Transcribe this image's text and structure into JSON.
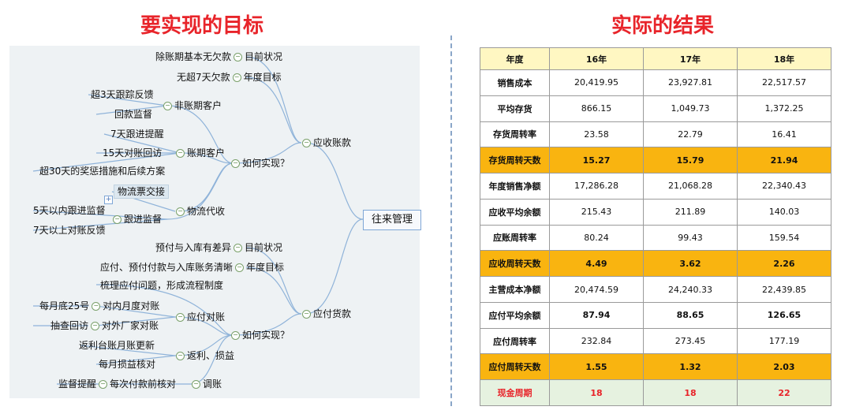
{
  "left_title": "要实现的目标",
  "right_title": "实际的结果",
  "mindmap": {
    "root": "往来管理",
    "receivables": {
      "label": "应收账款",
      "current": "目前状况",
      "current_detail": "除账期基本无欠款",
      "goal": "年度目标",
      "goal_detail": "无超7天欠款",
      "how": "如何实现？",
      "non_term": "非账期客户",
      "non_term_items": [
        "超3天跟踪反馈",
        "回款监督"
      ],
      "term": "账期客户",
      "term_items": [
        "7天跟进提醒",
        "15天对账回访",
        "超30天的奖惩措施和后续方案"
      ],
      "logistics": "物流代收",
      "logistics_items": [
        "物流票交接"
      ],
      "follow": "跟进监督",
      "follow_items": [
        "5天以内跟进监督",
        "7天以上对账反馈"
      ]
    },
    "payables": {
      "label": "应付货款",
      "current": "目前状况",
      "current_detail": "预付与入库有差异",
      "goal": "年度目标",
      "goal_detail": "应付、预付付款与入库账务清晰",
      "how": "如何实现？",
      "process": "梳理应付问题，形成流程制度",
      "recon": "应付对账",
      "recon_items": [
        "对内月度对账",
        "对外厂家对账"
      ],
      "recon_subs": [
        "每月底25号",
        "抽查回访"
      ],
      "rebate": "返利、损益",
      "rebate_items": [
        "返利台账月账更新",
        "每月损益核对"
      ],
      "adjust": "调账",
      "adjust_items": [
        "每次付款前核对"
      ],
      "adjust_sub": "监督提醒"
    }
  },
  "table": {
    "headers": [
      "年度",
      "16年",
      "17年",
      "18年"
    ],
    "rows": [
      {
        "label": "销售成本",
        "values": [
          "20,419.95",
          "23,927.81",
          "22,517.57"
        ]
      },
      {
        "label": "平均存货",
        "values": [
          "866.15",
          "1,049.73",
          "1,372.25"
        ]
      },
      {
        "label": "存货周转率",
        "values": [
          "23.58",
          "22.79",
          "16.41"
        ]
      },
      {
        "label": "存货周转天数",
        "values": [
          "15.27",
          "15.79",
          "21.94"
        ]
      },
      {
        "label": "年度销售净额",
        "values": [
          "17,286.28",
          "21,068.28",
          "22,340.43"
        ]
      },
      {
        "label": "应收平均余额",
        "values": [
          "215.43",
          "211.89",
          "140.03"
        ]
      },
      {
        "label": "应账周转率",
        "values": [
          "80.24",
          "99.43",
          "159.54"
        ]
      },
      {
        "label": "应收周转天数",
        "values": [
          "4.49",
          "3.62",
          "2.26"
        ]
      },
      {
        "label": "主营成本净额",
        "values": [
          "20,474.59",
          "24,240.33",
          "22,439.85"
        ]
      },
      {
        "label": "应付平均余额",
        "values": [
          "87.94",
          "88.65",
          "126.65"
        ]
      },
      {
        "label": "应付周转率",
        "values": [
          "232.84",
          "273.45",
          "177.19"
        ]
      },
      {
        "label": "应付周转天数",
        "values": [
          "1.55",
          "1.32",
          "2.03"
        ]
      },
      {
        "label": "现金周期",
        "values": [
          "18",
          "18",
          "22"
        ]
      }
    ],
    "highlight_color": "#f9b410",
    "header_color": "#fff7c2",
    "cash_row_color": "#e6f2e0"
  }
}
